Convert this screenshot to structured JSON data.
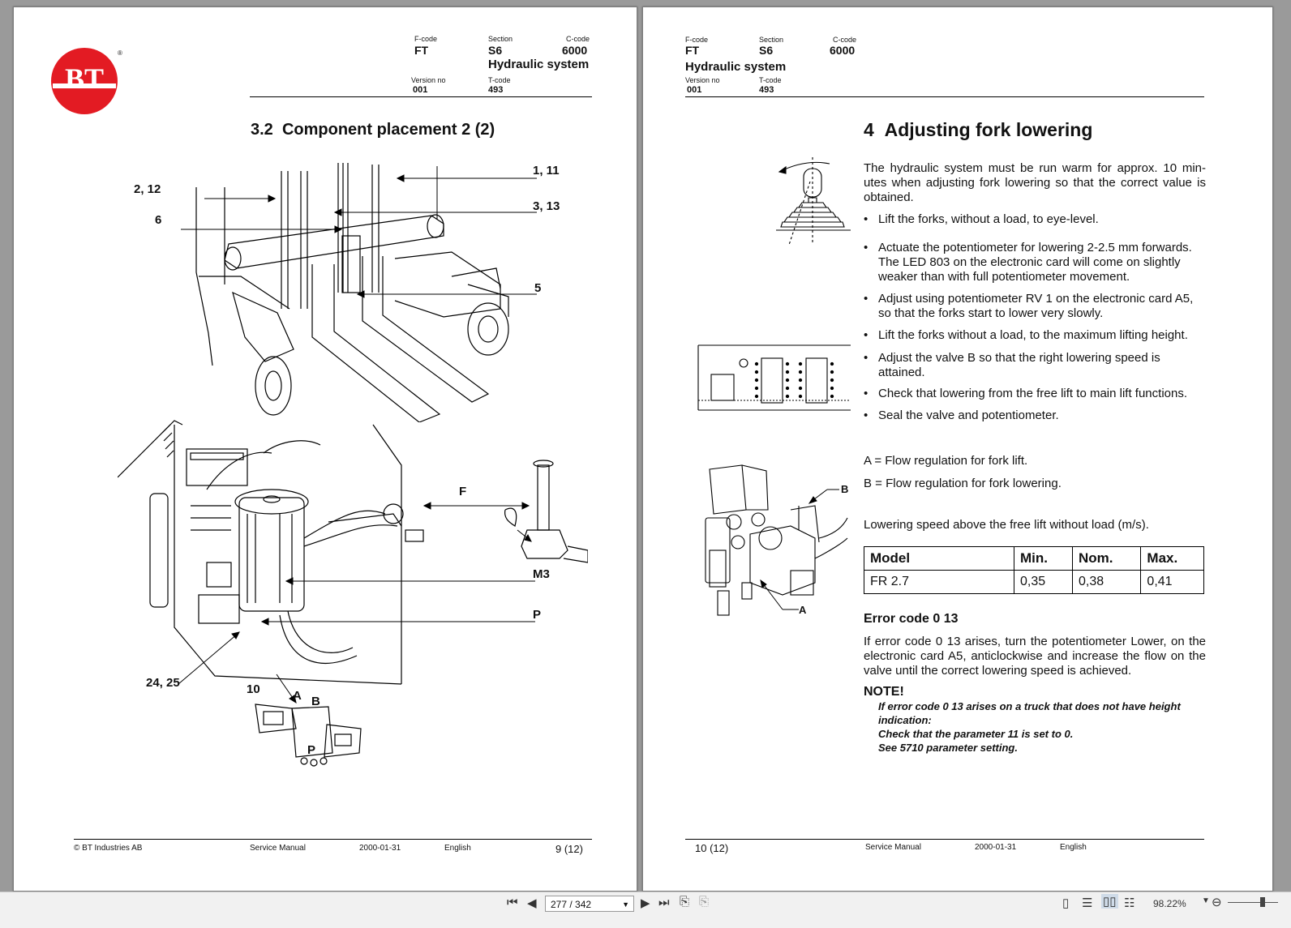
{
  "left_page": {
    "logo": "BT",
    "logo_mark": "®",
    "header": {
      "fcode_label": "F-code",
      "fcode": "FT",
      "section_label": "Section",
      "section": "S6",
      "ccode_label": "C-code",
      "ccode": "6000",
      "title": "Hydraulic system",
      "version_label": "Version no",
      "version": "001",
      "tcode_label": "T-code",
      "tcode": "493"
    },
    "heading_number": "3.2",
    "heading": "Component placement 2 (2)",
    "callouts": {
      "c1_11": "1, 11",
      "c2_12": "2, 12",
      "c3_13": "3, 13",
      "c6": "6",
      "c5": "5",
      "cF": "F",
      "cM3": "M3",
      "cP": "P",
      "c24_25": "24, 25",
      "v10": "10",
      "vA": "A",
      "vB": "B",
      "vP": "P"
    },
    "footer": {
      "copyright": "© BT Industries AB",
      "doc": "Service Manual",
      "date": "2000-01-31",
      "lang": "English",
      "page": "9 (12)"
    }
  },
  "right_page": {
    "header": {
      "fcode_label": "F-code",
      "fcode": "FT",
      "section_label": "Section",
      "section": "S6",
      "ccode_label": "C-code",
      "ccode": "6000",
      "title": "Hydraulic system",
      "version_label": "Version no",
      "version": "001",
      "tcode_label": "T-code",
      "tcode": "493"
    },
    "heading_number": "4",
    "heading": "Adjusting fork lowering",
    "intro": "The hydraulic system must be run warm for approx. 10 min-utes when adjusting fork lowering so that the correct value is obtained.",
    "bullets": [
      "Lift the forks, without a load, to eye-level.",
      "Actuate the potentiometer for lowering 2-2.5 mm forwards. The LED 803 on the electronic card will come on slightly weaker than with full potentiometer movement.",
      "Adjust using potentiometer RV 1 on the electronic card A5, so that the forks start to lower very slowly.",
      "Lift the forks without a load, to the maximum lifting height.",
      "Adjust the valve B so that the right lowering speed is attained.",
      "Check that lowering from the free lift to main lift functions.",
      "Seal the valve and potentiometer."
    ],
    "legend_a": "A = Flow regulation for fork lift.",
    "legend_b": "B = Flow regulation for fork lowering.",
    "speed_caption": "Lowering speed above the free lift without load (m/s).",
    "diagram_labels": {
      "A": "A",
      "B": "B"
    },
    "table": {
      "headers": [
        "Model",
        "Min.",
        "Nom.",
        "Max."
      ],
      "rows": [
        [
          "FR 2.7",
          "0,35",
          "0,38",
          "0,41"
        ]
      ]
    },
    "error_heading": "Error code 0 13",
    "error_text": "If error code 0 13 arises, turn the potentiometer Lower, on the electronic card A5, anticlockwise and increase the flow on the valve until the correct lowering speed is achieved.",
    "note_heading": "NOTE!",
    "note_lines": [
      "If error code 0 13 arises on a truck that does not have height",
      "indication:",
      "Check that the parameter 11 is set to 0.",
      "See 5710 parameter setting."
    ],
    "footer": {
      "page": "10 (12)",
      "doc": "Service Manual",
      "date": "2000-01-31",
      "lang": "English"
    }
  },
  "toolbar": {
    "page_value": "277 / 342",
    "zoom": "98.22%",
    "icons": [
      "first-page",
      "prev-page",
      "next-page",
      "last-page",
      "rotate",
      "rotate-alt",
      "single-page",
      "continuous",
      "two-page",
      "two-page-continuous",
      "zoom-out"
    ]
  },
  "colors": {
    "logo_red": "#e31b23",
    "viewer_bg": "#9a9a9a",
    "toolbar_bg": "#f1f1f1"
  }
}
